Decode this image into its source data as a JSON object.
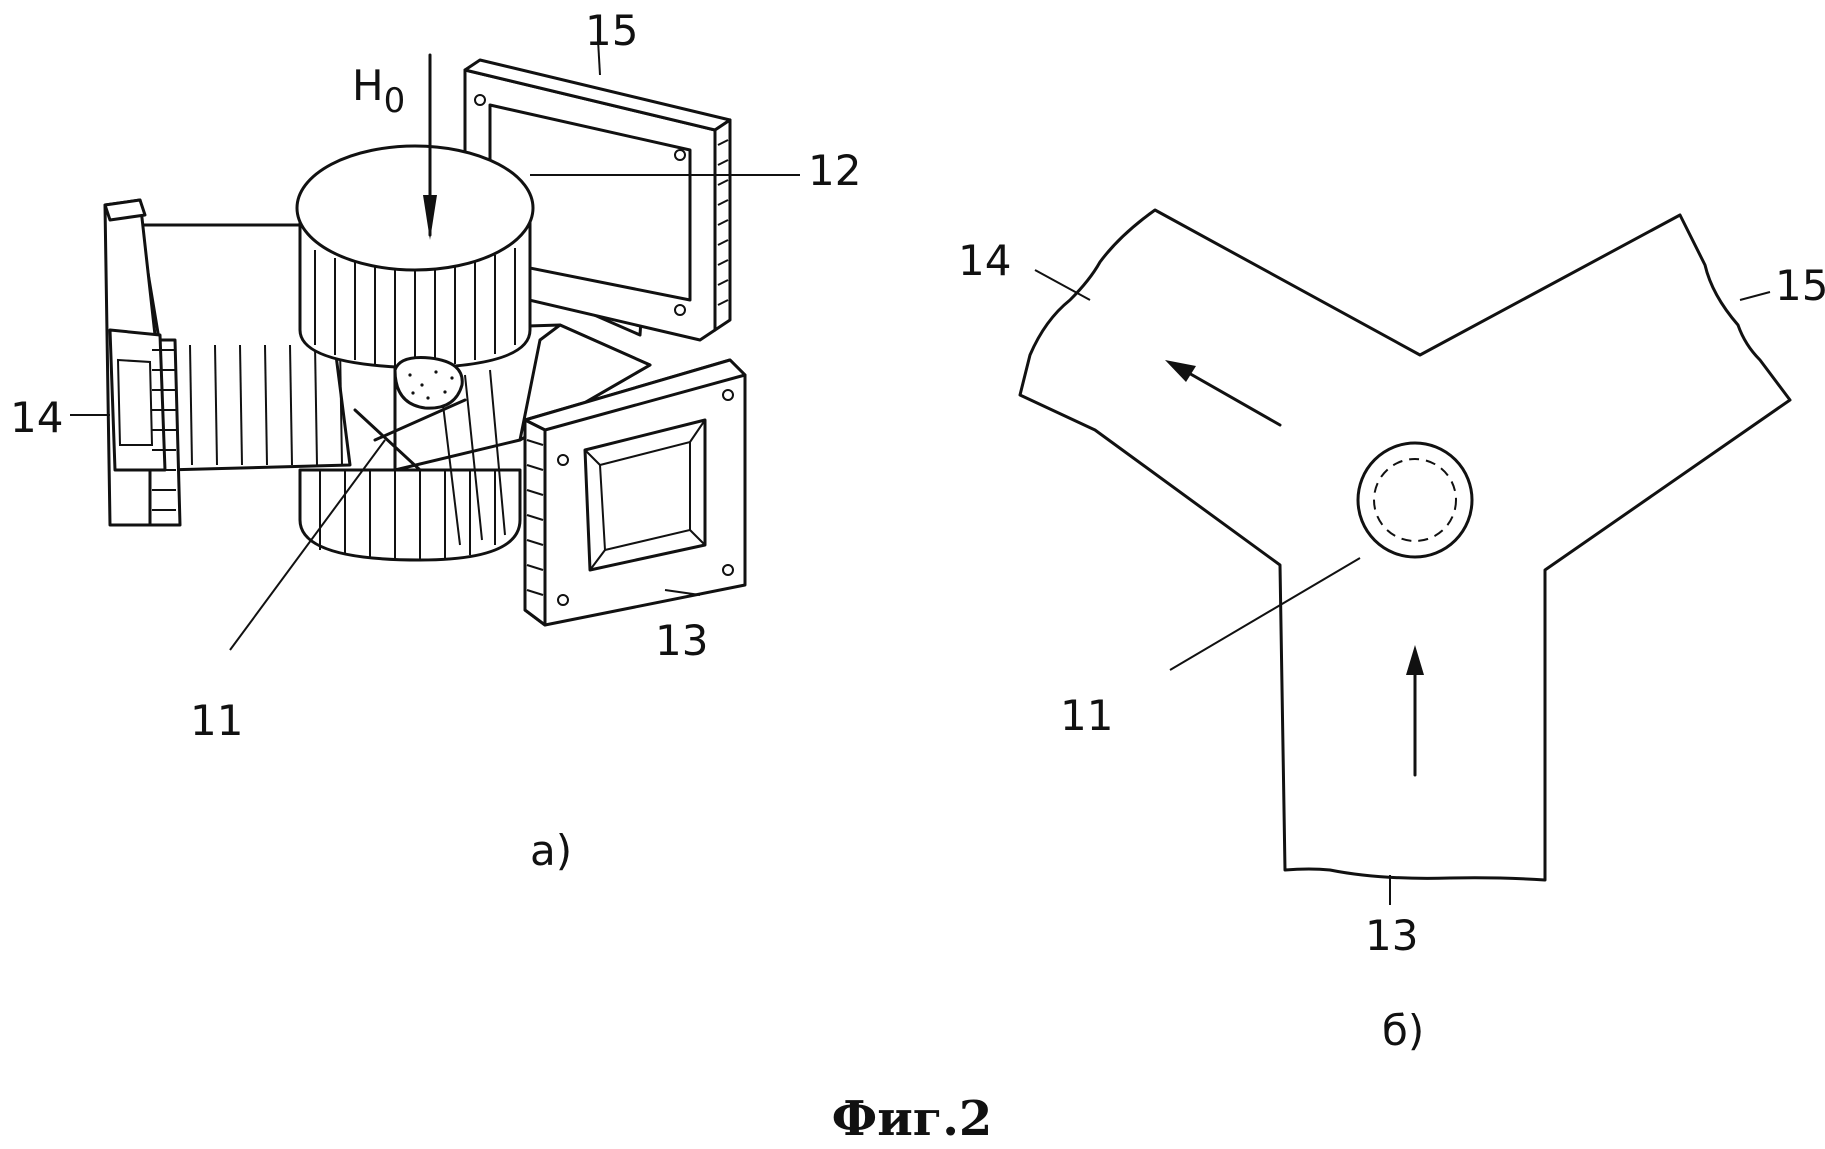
{
  "figure": {
    "caption": "Фиг.2",
    "panel_a": {
      "sublabel": "а)",
      "field_label_base": "H",
      "field_label_sub": "0",
      "labels": {
        "p11": "11",
        "p12": "12",
        "p13": "13",
        "p14": "14",
        "p15": "15"
      }
    },
    "panel_b": {
      "sublabel": "б)",
      "labels": {
        "p11": "11",
        "p13": "13",
        "p14": "14",
        "p15": "15"
      }
    }
  }
}
